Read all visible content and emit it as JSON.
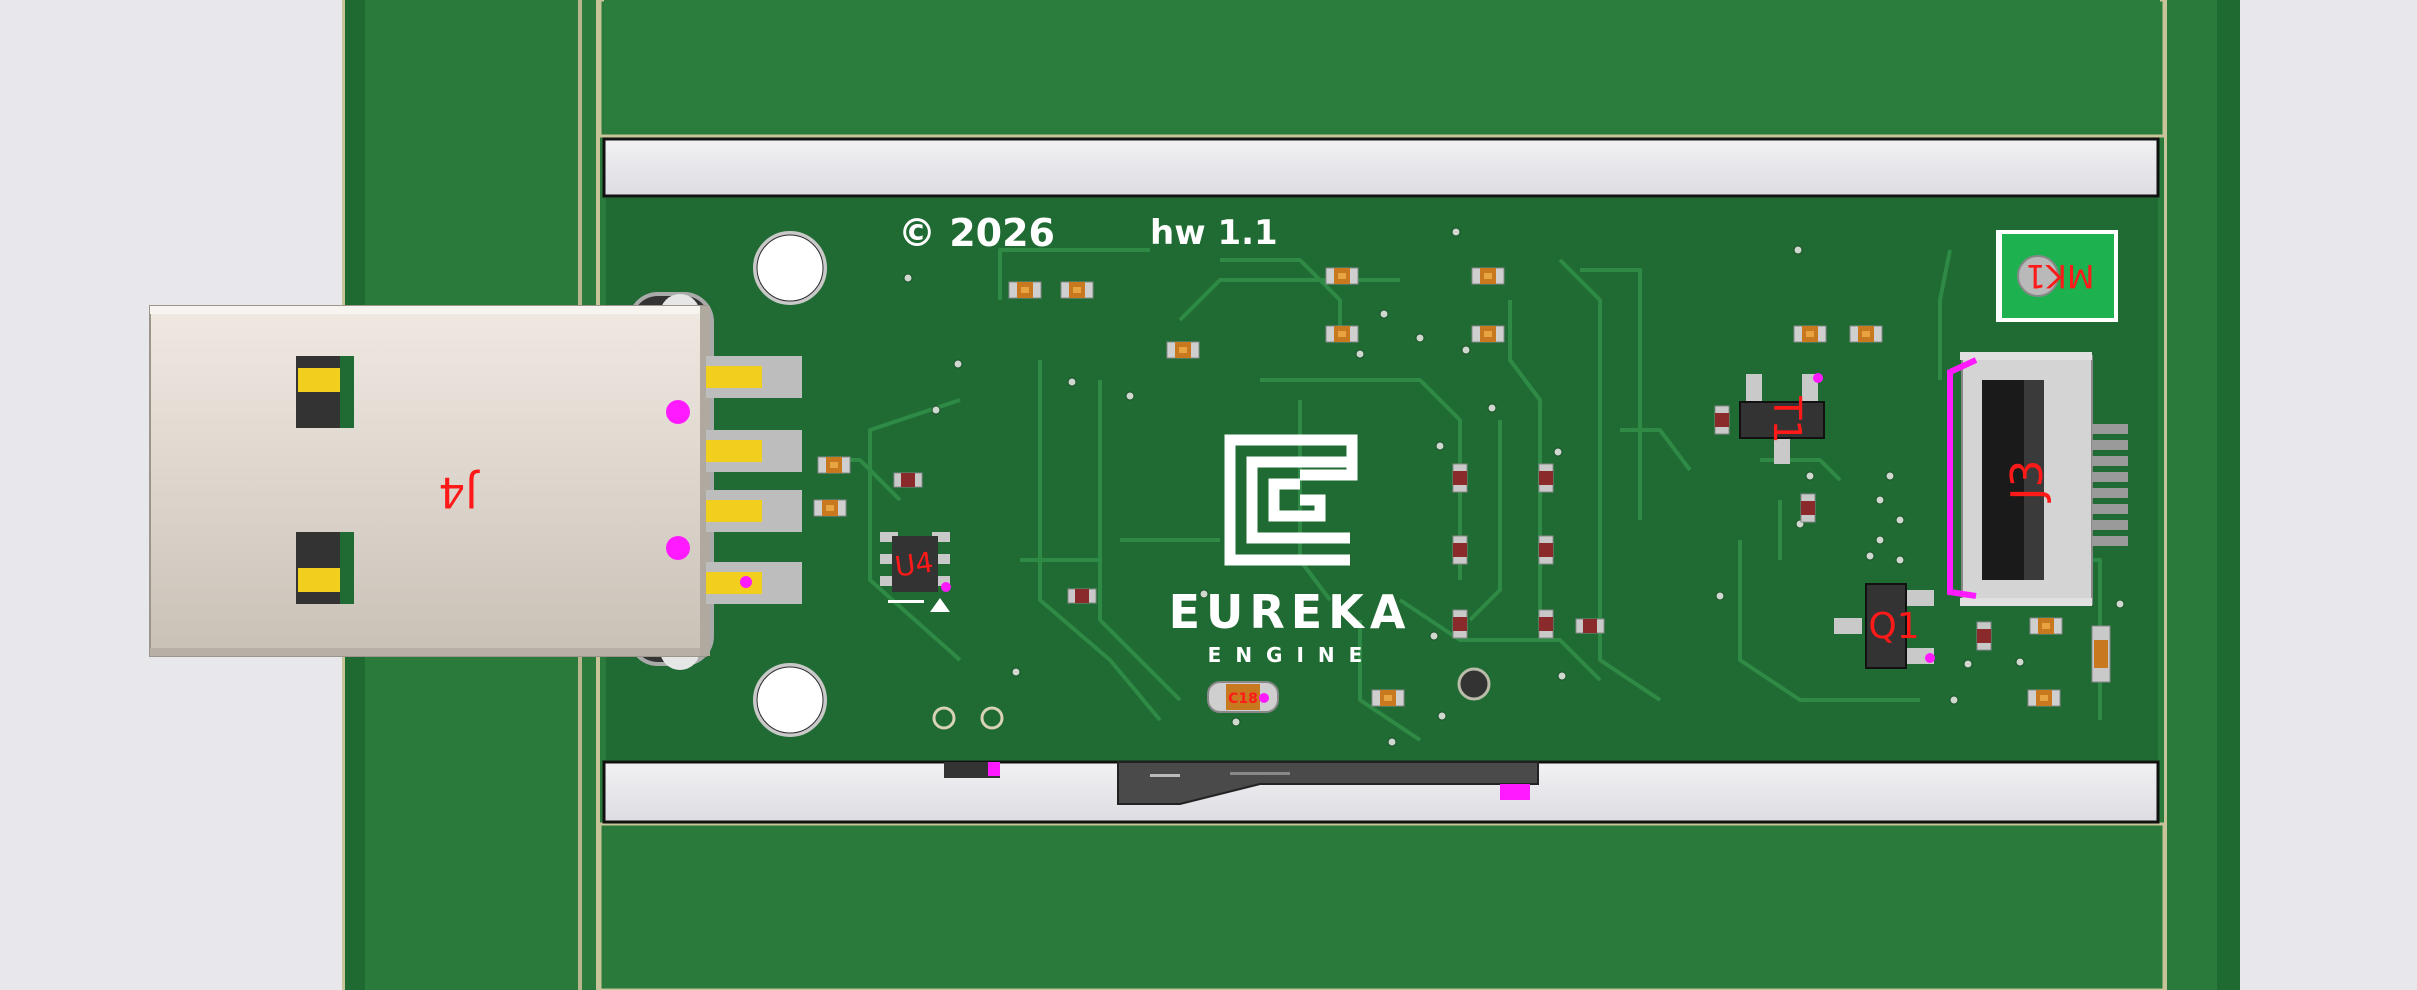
{
  "texts": {
    "copyright": "© 2026",
    "hw_version": "hw 1.1",
    "logo_main": "EUREKA",
    "logo_sub": "ENGINE",
    "ref_j4": "J4",
    "ref_j3": "J3",
    "ref_u4": "U4",
    "ref_t1": "T1",
    "ref_q1": "Q1",
    "ref_mk1": "MK1",
    "ref_c18": "C18"
  },
  "colors": {
    "background": "#e8e8ec",
    "panel_green": "#2a7a3c",
    "panel_dark": "#1f6a31",
    "board_green": "#1f6b33",
    "trace": "#2f8a45",
    "silkscreen": "#ffffff",
    "refdes": "#ff1a1a",
    "marker": "#ff1aff",
    "pad_gold": "#f2cf1d",
    "usb_metal": "#ddd6cd",
    "mk1_green": "#1db24f"
  },
  "icons": {
    "logo": "eureka-engine-logo",
    "mounting_holes": "mounting-hole-icon"
  }
}
